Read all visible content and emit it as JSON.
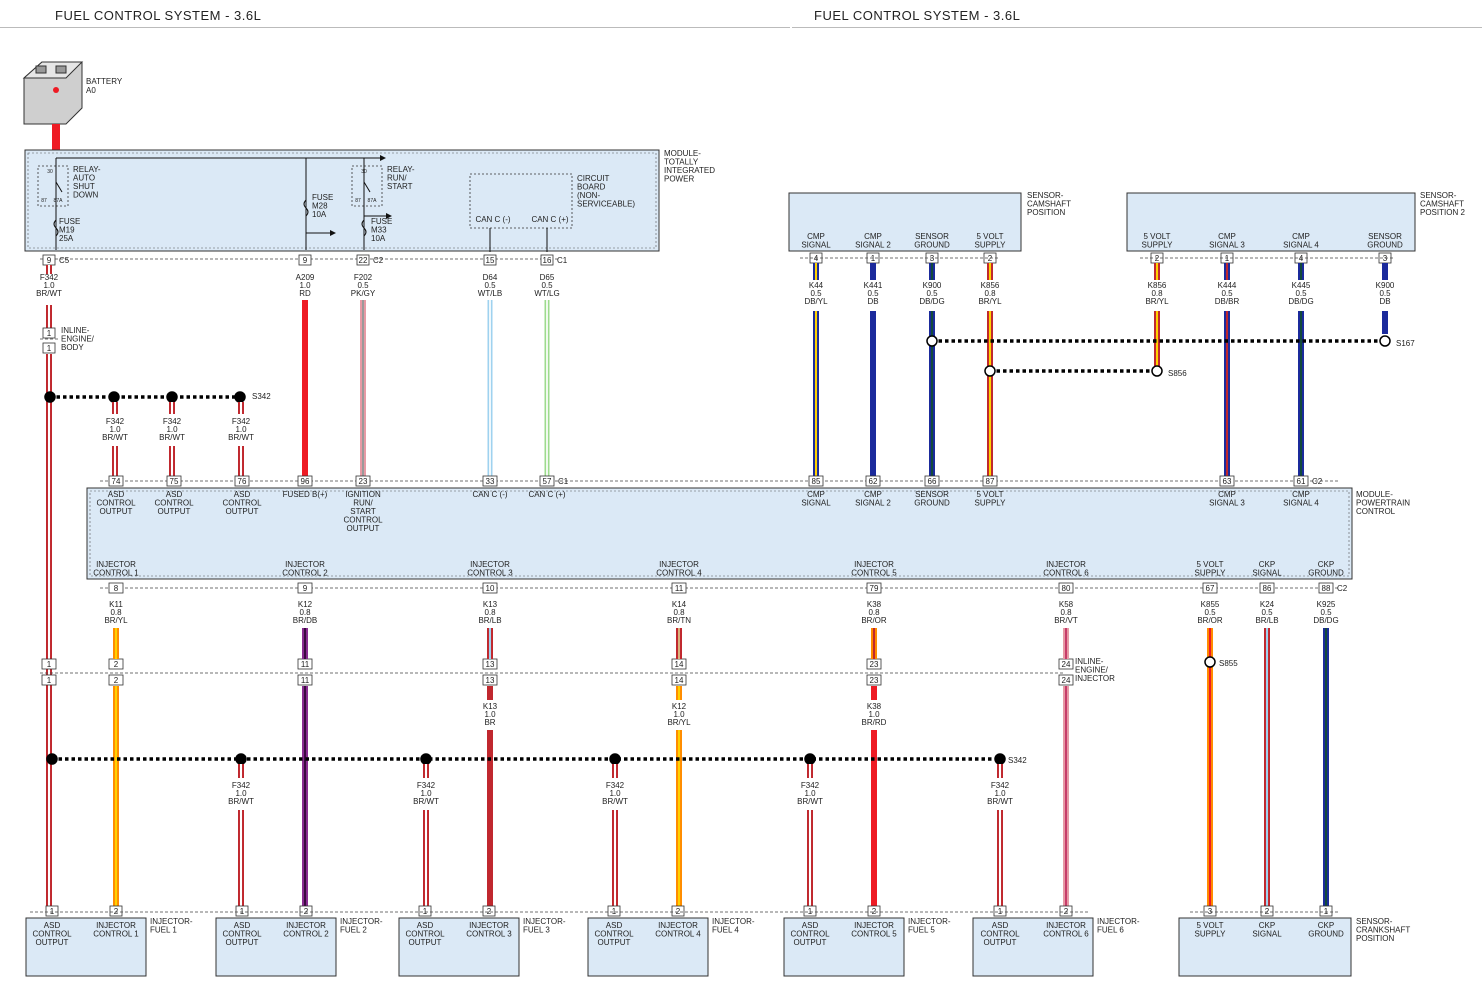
{
  "titles": {
    "left": "FUEL CONTROL SYSTEM - 3.6L",
    "right": "FUEL CONTROL SYSTEM - 3.6L"
  },
  "battery": {
    "name": "BATTERY",
    "id": "A0"
  },
  "tipm": {
    "name": [
      "MODULE-",
      "TOTALLY",
      "INTEGRATED",
      "POWER"
    ],
    "relay_asd": [
      "RELAY-",
      "AUTO",
      "SHUT",
      "DOWN"
    ],
    "relay_run": [
      "RELAY-",
      "RUN/",
      "START"
    ],
    "fuse_m19": [
      "FUSE",
      "M19",
      "25A"
    ],
    "fuse_m28": [
      "FUSE",
      "M28",
      "10A"
    ],
    "fuse_m33": [
      "FUSE",
      "M33",
      "10A"
    ],
    "circuit_board": [
      "CIRCUIT",
      "BOARD",
      "(NON-",
      "SERVICEABLE)"
    ],
    "can_minus": "CAN C (-)",
    "can_plus": "CAN C (+)",
    "relay_pins": [
      "30",
      "87",
      "87A"
    ]
  },
  "tipm_wires": [
    {
      "pin": "9",
      "conn": "C5",
      "code": "F342",
      "gauge": "1.0",
      "color": "BR/WT"
    },
    {
      "pin": "9",
      "conn": "",
      "code": "A209",
      "gauge": "1.0",
      "color": "RD"
    },
    {
      "pin": "22",
      "conn": "C2",
      "code": "F202",
      "gauge": "0.5",
      "color": "PK/GY"
    },
    {
      "pin": "15",
      "conn": "",
      "code": "D64",
      "gauge": "0.5",
      "color": "WT/LB"
    },
    {
      "pin": "16",
      "conn": "C1",
      "code": "D65",
      "gauge": "0.5",
      "color": "WT/LG"
    }
  ],
  "inline_body": {
    "pins": [
      "1",
      "1"
    ],
    "name": [
      "INLINE-",
      "ENGINE/",
      "BODY"
    ]
  },
  "splice_s342": "S342",
  "splice_s167": "S167",
  "splice_s856": "S856",
  "splice_s855": "S855",
  "f342_wire": {
    "code": "F342",
    "gauge": "1.0",
    "color": "BR/WT"
  },
  "cmp1": {
    "name": [
      "SENSOR-",
      "CAMSHAFT",
      "POSITION"
    ],
    "terminals": [
      {
        "label": [
          "CMP",
          "SIGNAL"
        ],
        "pin": "4",
        "code": "K44",
        "gauge": "0.5",
        "color": "DB/YL"
      },
      {
        "label": [
          "CMP",
          "SIGNAL 2"
        ],
        "pin": "1",
        "code": "K441",
        "gauge": "0.5",
        "color": "DB"
      },
      {
        "label": [
          "SENSOR",
          "GROUND"
        ],
        "pin": "3",
        "code": "K900",
        "gauge": "0.5",
        "color": "DB/DG"
      },
      {
        "label": [
          "5 VOLT",
          "SUPPLY"
        ],
        "pin": "2",
        "code": "K856",
        "gauge": "0.8",
        "color": "BR/YL"
      }
    ]
  },
  "cmp2": {
    "name": [
      "SENSOR-",
      "CAMSHAFT",
      "POSITION 2"
    ],
    "terminals": [
      {
        "label": [
          "5 VOLT",
          "SUPPLY"
        ],
        "pin": "2",
        "code": "K856",
        "gauge": "0.8",
        "color": "BR/YL"
      },
      {
        "label": [
          "CMP",
          "SIGNAL 3"
        ],
        "pin": "1",
        "code": "K444",
        "gauge": "0.5",
        "color": "DB/BR"
      },
      {
        "label": [
          "CMP",
          "SIGNAL 4"
        ],
        "pin": "4",
        "code": "K445",
        "gauge": "0.5",
        "color": "DB/DG"
      },
      {
        "label": [
          "SENSOR",
          "GROUND"
        ],
        "pin": "3",
        "code": "K900",
        "gauge": "0.5",
        "color": "DB"
      }
    ]
  },
  "pcm": {
    "name": [
      "MODULE-",
      "POWERTRAIN",
      "CONTROL"
    ],
    "top_pins": [
      {
        "pin": "74",
        "label": [
          "ASD",
          "CONTROL",
          "OUTPUT"
        ]
      },
      {
        "pin": "75",
        "label": [
          "ASD",
          "CONTROL",
          "OUTPUT"
        ]
      },
      {
        "pin": "76",
        "label": [
          "ASD",
          "CONTROL",
          "OUTPUT"
        ]
      },
      {
        "pin": "96",
        "label": [
          "FUSED B(+)"
        ]
      },
      {
        "pin": "23",
        "label": [
          "IGNITION",
          "RUN/",
          "START",
          "CONTROL",
          "OUTPUT"
        ]
      },
      {
        "pin": "33",
        "label": [
          "CAN C (-)"
        ]
      },
      {
        "pin": "57",
        "label": [
          "CAN C (+)"
        ],
        "conn": "C1"
      },
      {
        "pin": "85",
        "label": [
          "CMP",
          "SIGNAL"
        ]
      },
      {
        "pin": "62",
        "label": [
          "CMP",
          "SIGNAL 2"
        ]
      },
      {
        "pin": "66",
        "label": [
          "SENSOR",
          "GROUND"
        ]
      },
      {
        "pin": "87",
        "label": [
          "5 VOLT",
          "SUPPLY"
        ]
      },
      {
        "pin": "63",
        "label": [
          "CMP",
          "SIGNAL 3"
        ]
      },
      {
        "pin": "61",
        "label": [
          "CMP",
          "SIGNAL 4"
        ],
        "conn": "C2"
      }
    ],
    "bottom_pins": [
      {
        "pin": "8",
        "label": [
          "INJECTOR",
          "CONTROL 1"
        ],
        "code": "K11",
        "gauge": "0.8",
        "color": "BR/YL"
      },
      {
        "pin": "9",
        "label": [
          "INJECTOR",
          "CONTROL 2"
        ],
        "code": "K12",
        "gauge": "0.8",
        "color": "BR/DB"
      },
      {
        "pin": "10",
        "label": [
          "INJECTOR",
          "CONTROL 3"
        ],
        "code": "K13",
        "gauge": "0.8",
        "color": "BR/LB"
      },
      {
        "pin": "11",
        "label": [
          "INJECTOR",
          "CONTROL 4"
        ],
        "code": "K14",
        "gauge": "0.8",
        "color": "BR/TN"
      },
      {
        "pin": "79",
        "label": [
          "INJECTOR",
          "CONTROL 5"
        ],
        "code": "K38",
        "gauge": "0.8",
        "color": "BR/OR"
      },
      {
        "pin": "80",
        "label": [
          "INJECTOR",
          "CONTROL 6"
        ],
        "code": "K58",
        "gauge": "0.8",
        "color": "BR/VT"
      },
      {
        "pin": "67",
        "label": [
          "5 VOLT",
          "SUPPLY"
        ],
        "code": "K855",
        "gauge": "0.5",
        "color": "BR/OR"
      },
      {
        "pin": "86",
        "label": [
          "CKP",
          "SIGNAL"
        ],
        "code": "K24",
        "gauge": "0.5",
        "color": "BR/LB"
      },
      {
        "pin": "88",
        "label": [
          "CKP",
          "GROUND"
        ],
        "code": "K925",
        "gauge": "0.5",
        "color": "DB/DG",
        "conn": "C2"
      }
    ]
  },
  "inline_injector": {
    "name": [
      "INLINE-",
      "ENGINE/",
      "INJECTOR"
    ],
    "pins": [
      "1",
      "2",
      "11",
      "13",
      "14",
      "23",
      "24"
    ]
  },
  "after_inline": [
    {
      "code": "K13",
      "gauge": "1.0",
      "color": "BR"
    },
    {
      "code": "K12",
      "gauge": "1.0",
      "color": "BR/YL"
    },
    {
      "code": "K38",
      "gauge": "1.0",
      "color": "BR/RD"
    }
  ],
  "injectors": [
    {
      "name": [
        "INJECTOR-",
        "FUEL 1"
      ]
    },
    {
      "name": [
        "INJECTOR-",
        "FUEL 2"
      ]
    },
    {
      "name": [
        "INJECTOR-",
        "FUEL 3"
      ]
    },
    {
      "name": [
        "INJECTOR-",
        "FUEL 4"
      ]
    },
    {
      "name": [
        "INJECTOR-",
        "FUEL 5"
      ]
    },
    {
      "name": [
        "INJECTOR-",
        "FUEL 6"
      ]
    }
  ],
  "injector_terms": {
    "asd": [
      "ASD",
      "CONTROL",
      "OUTPUT"
    ],
    "ctrl": [
      "INJECTOR",
      "CONTROL 1",
      "CONTROL 2",
      "CONTROL 3",
      "CONTROL 4",
      "CONTROL 5",
      "CONTROL 6"
    ],
    "pins": [
      "1",
      "2"
    ]
  },
  "ckp": {
    "name": [
      "SENSOR-",
      "CRANKSHAFT",
      "POSITION"
    ],
    "terminals": [
      {
        "pin": "3",
        "label": [
          "5 VOLT",
          "SUPPLY"
        ]
      },
      {
        "pin": "2",
        "label": [
          "CKP",
          "SIGNAL"
        ]
      },
      {
        "pin": "1",
        "label": [
          "CKP",
          "GROUND"
        ]
      }
    ]
  },
  "colors": {
    "box_fill": "#dbe9f6",
    "box_stroke": "#333333",
    "RD": "#ee1b24",
    "BR": "#c0282e",
    "WT": "#ffffff",
    "YL": "#ffd200",
    "DB": "#1b2a9c",
    "PK": "#e79aa5",
    "GY": "#9a9a9a",
    "LB": "#9fd2ef",
    "LG": "#9ddb8d",
    "OR": "#ff8c00",
    "TN": "#d8b37c",
    "VT": "#8a2c91",
    "DG": "#124a3c",
    "BRdark": "#8a1c22"
  }
}
